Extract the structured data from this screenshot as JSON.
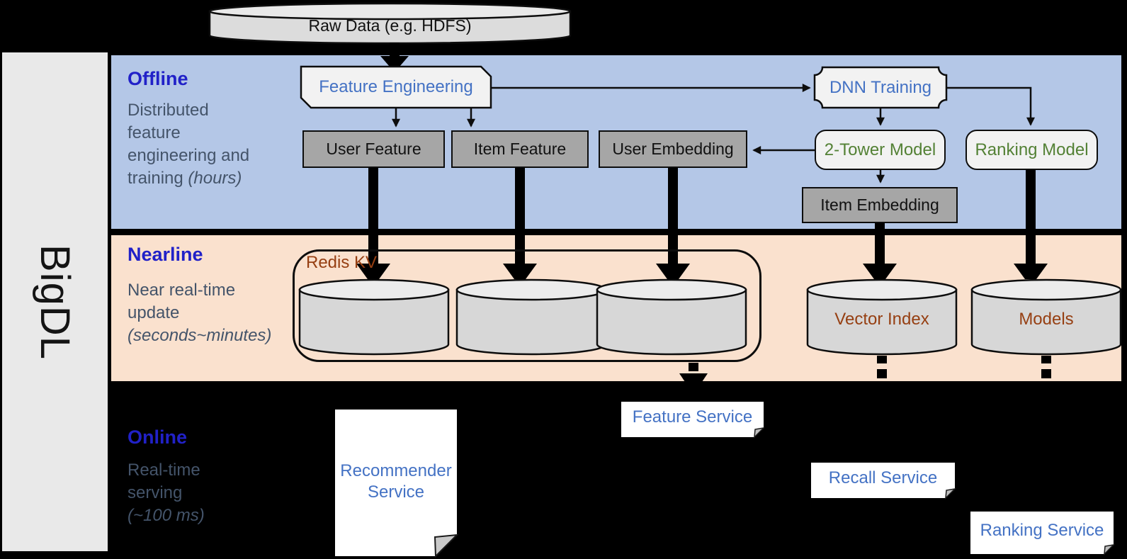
{
  "brand": {
    "name": "BigDL"
  },
  "raw_data": {
    "label": "Raw Data (e.g. HDFS)"
  },
  "sections": {
    "offline": {
      "title": "Offline",
      "line1": "Distributed",
      "line2": "feature",
      "line3": "engineering and",
      "line4": "training ",
      "line4_italic": "(hours)"
    },
    "nearline": {
      "title": "Nearline",
      "line1": "Near real-time",
      "line2": "update",
      "line3_italic": "(seconds~minutes)"
    },
    "online": {
      "title": "Online",
      "line1": "Real-time",
      "line2": "serving",
      "line3_italic": "(~100 ms)"
    }
  },
  "boxes": {
    "feature_engineering": "Feature Engineering",
    "user_feature": "User Feature",
    "item_feature": "Item Feature",
    "user_embedding": "User Embedding",
    "dnn_training": "DNN Training",
    "two_tower_model": "2-Tower Model",
    "ranking_model": "Ranking Model",
    "item_embedding": "Item Embedding"
  },
  "stores": {
    "redis_kv": "Redis KV",
    "vector_index": "Vector Index",
    "models": "Models"
  },
  "services": {
    "recommender": "Recommender Service",
    "feature": "Feature Service",
    "recall": "Recall Service",
    "ranking": "Ranking Service"
  },
  "colors": {
    "background": "#000000",
    "bar_gray": "#E9E9E9",
    "band_offline": "#B4C7E7",
    "band_nearline": "#FAE1CE",
    "title_blue": "#2121C8",
    "body_text": "#44546A",
    "accent_blue": "#4472C4",
    "accent_green": "#538135",
    "accent_brown": "#963F12",
    "box_gray": "#A6A6A6",
    "box_light": "#F2F2F2",
    "cylinder_gray": "#D7D7D7",
    "white": "#FFFFFF"
  }
}
